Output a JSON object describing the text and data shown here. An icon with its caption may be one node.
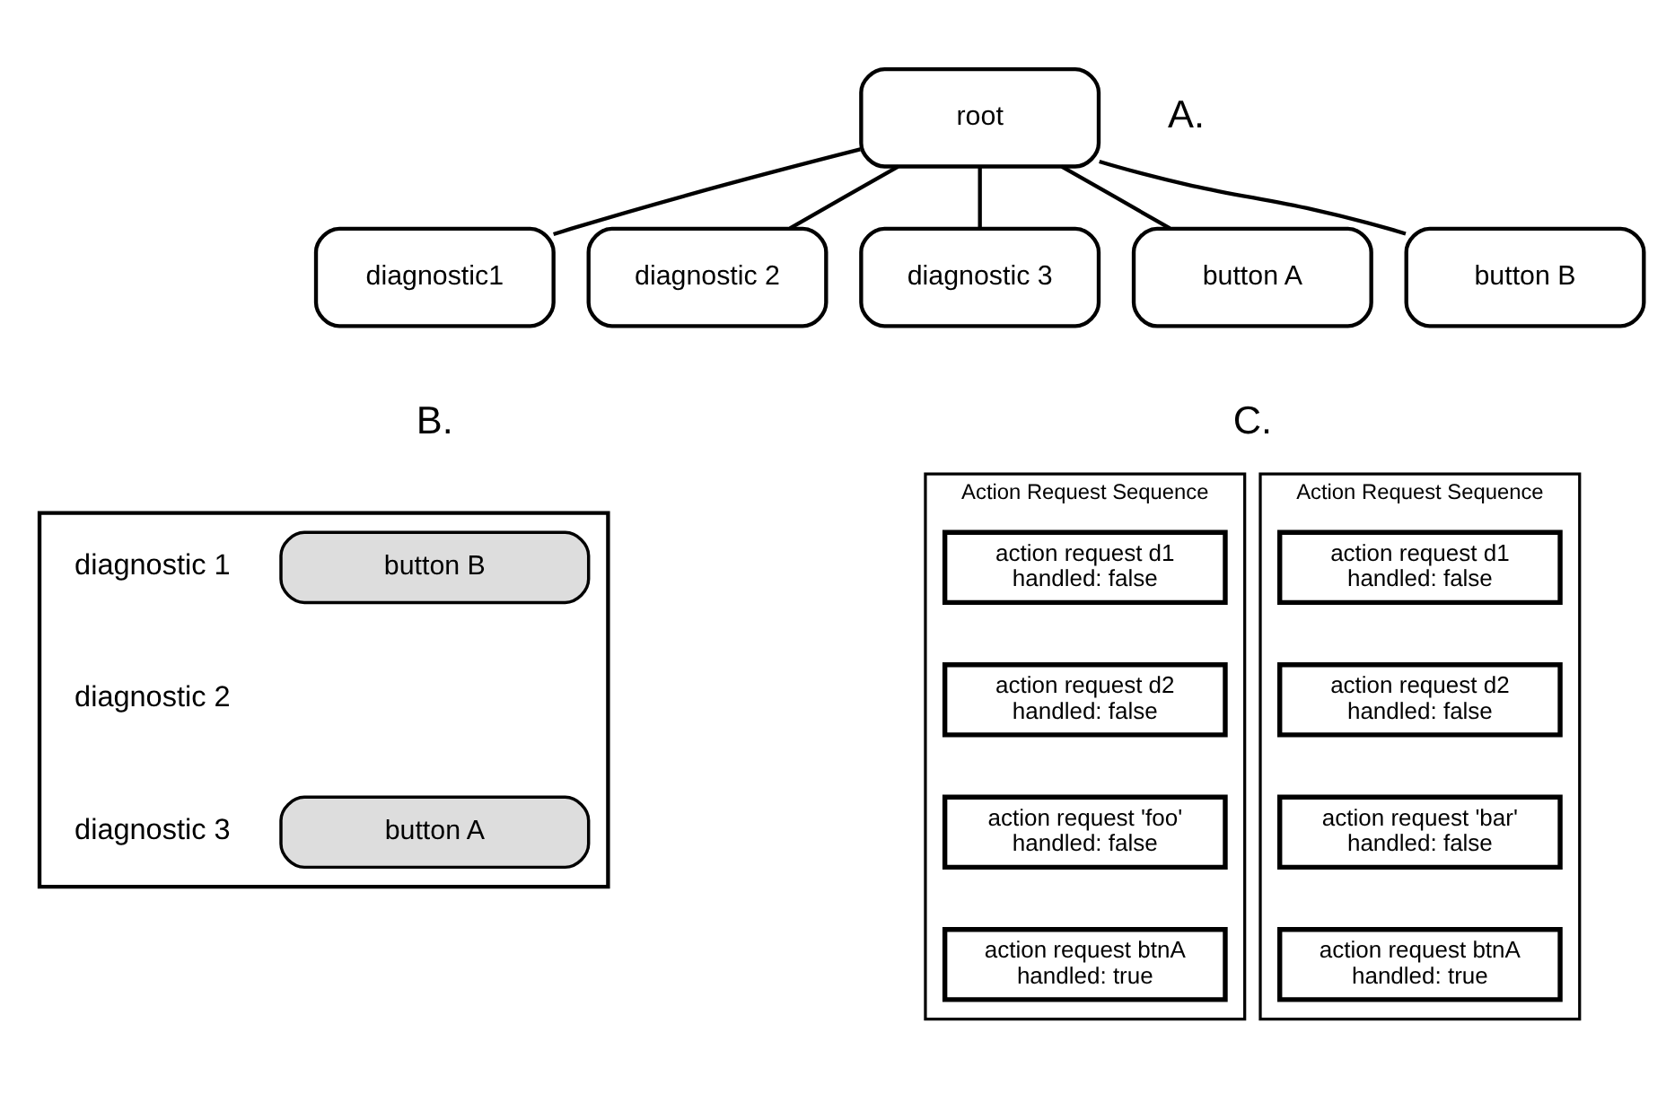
{
  "diagram": {
    "nodes": [
      {
        "text": [
          "root"
        ]
      },
      {
        "text": [
          "diagnostic1"
        ]
      },
      {
        "text": [
          "diagnostic 2"
        ]
      },
      {
        "text": [
          "diagnostic 3"
        ]
      },
      {
        "text": [
          "button A"
        ]
      },
      {
        "text": [
          "button B"
        ]
      },
      {
        "text": [],
        "shape": "box"
      },
      {
        "text": [
          "button B"
        ],
        "in": 6
      },
      {
        "text": [
          "button A"
        ],
        "in": 6
      },
      {
        "text": [
          "Action Request Sequence"
        ]
      },
      {
        "text": [
          "action request d1 handled: false"
        ],
        "in": 9
      },
      {
        "text": [
          "action request d2 handled: false"
        ],
        "in": 9
      },
      {
        "text": [
          "action request 'foo' handled: false"
        ],
        "in": 9
      },
      {
        "text": [
          "action request btnA handled: true"
        ],
        "in": 9
      },
      {
        "text": [
          "Action Request Sequence"
        ]
      },
      {
        "text": [
          "action request d1 handled: false"
        ],
        "in": 14
      },
      {
        "text": [
          "action request d2 handled: false"
        ],
        "in": 14
      },
      {
        "text": [
          "action request 'bar' handled: false"
        ],
        "in": 14
      },
      {
        "text": [
          "action request btnA handled: true"
        ],
        "in": 14
      }
    ],
    "edges": [
      {
        "from": 0,
        "to": 1,
        "arrow": "none"
      },
      {
        "from": 0,
        "to": 2,
        "arrow": "none"
      },
      {
        "from": 0,
        "to": 3,
        "arrow": "none"
      },
      {
        "from": 0,
        "to": 4,
        "arrow": "none"
      },
      {
        "from": 0,
        "to": 5,
        "arrow": "none"
      }
    ],
    "labels": [
      "A.",
      "B.",
      "C.",
      "diagnostic 1",
      "diagnostic 2",
      "diagnostic 3"
    ]
  }
}
